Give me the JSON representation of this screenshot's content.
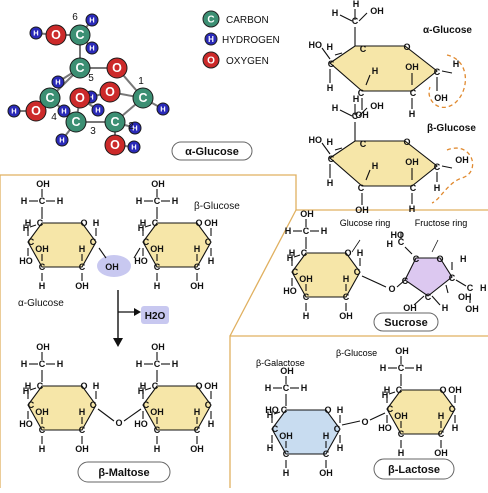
{
  "legend": {
    "carbon": "CARBON",
    "hydrogen": "HYDROGEN",
    "oxygen": "OXYGEN"
  },
  "atoms": {
    "C": "C",
    "H": "H",
    "O": "O"
  },
  "groups": {
    "OH": "OH",
    "HO": "HO"
  },
  "ring_numbers": [
    "1",
    "2",
    "3",
    "4",
    "5",
    "6"
  ],
  "labels": {
    "alpha_glucose_model": "α-Glucose",
    "alpha_glucose_chair": "α-Glucose",
    "beta_glucose_chair": "β-Glucose",
    "beta_glucose_maltose": "β-Glucose",
    "alpha_glucose_maltose": "α-Glucose",
    "water": "H2O",
    "beta_maltose": "β-Maltose",
    "glucose_ring": "Glucose ring",
    "fructose_ring": "Fructose ring",
    "sucrose": "Sucrose",
    "beta_galactose": "β-Galactose",
    "beta_glucose_lactose": "β-Glucose",
    "beta_lactose": "β-Lactose"
  },
  "colors": {
    "carbon": "#3c8f73",
    "hydrogen": "#2a2ab8",
    "oxygen": "#cc2a2a",
    "glucose_fill": "#f6e6a8",
    "fructose_fill": "#dcc8f0",
    "galactose_fill": "#c8dcf0",
    "panel_border": "#e0b060",
    "highlight_oval": "#c8c8f0",
    "dashed_loop": "#e08a30"
  }
}
